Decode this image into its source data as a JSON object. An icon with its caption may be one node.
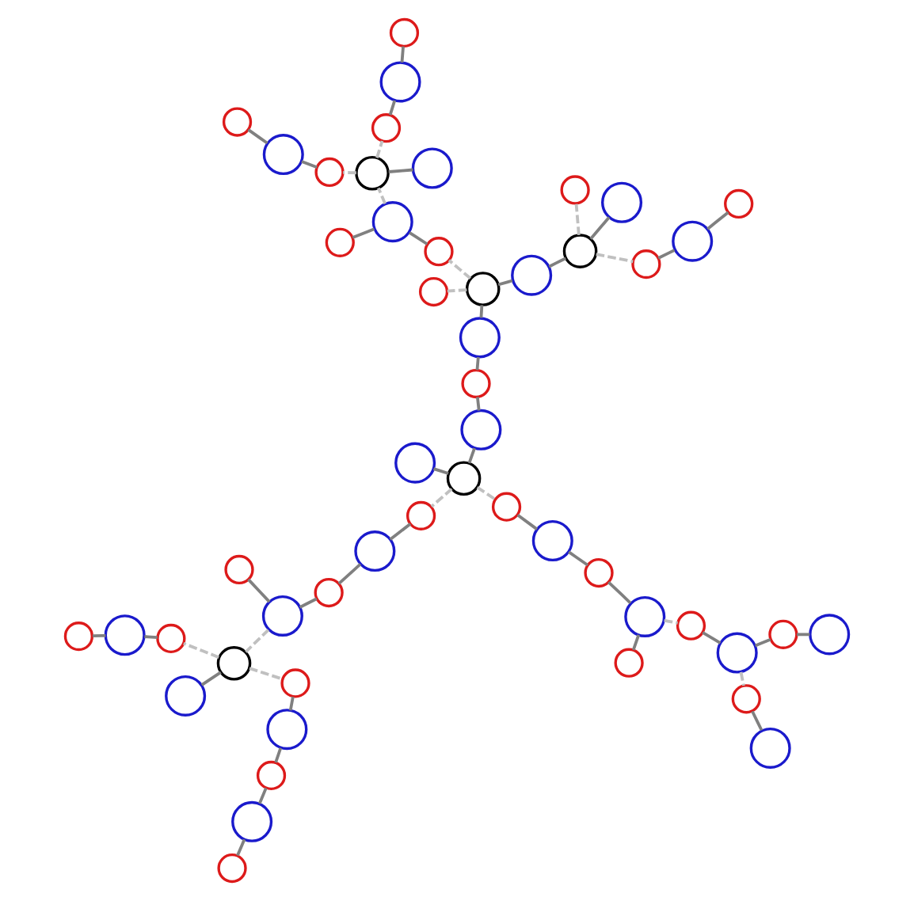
{
  "diagram": {
    "nodes": [
      {
        "text": [],
        "shape": "circle"
      },
      {
        "text": [],
        "shape": "circle"
      },
      {
        "text": [],
        "shape": "circle"
      },
      {
        "text": [],
        "shape": "circle"
      },
      {
        "text": [],
        "shape": "circle"
      },
      {
        "text": [],
        "shape": "circle"
      },
      {
        "text": [],
        "shape": "circle"
      },
      {
        "text": [],
        "shape": "circle"
      },
      {
        "text": [],
        "shape": "circle"
      },
      {
        "text": [],
        "shape": "circle"
      },
      {
        "text": [],
        "shape": "circle"
      },
      {
        "text": [],
        "shape": "circle"
      },
      {
        "text": [],
        "shape": "circle"
      },
      {
        "text": [],
        "shape": "circle"
      },
      {
        "text": [],
        "shape": "circle"
      },
      {
        "text": [],
        "shape": "circle"
      },
      {
        "text": [],
        "shape": "circle"
      },
      {
        "text": [],
        "shape": "circle"
      },
      {
        "text": [],
        "shape": "circle"
      },
      {
        "text": [],
        "shape": "circle"
      },
      {
        "text": [],
        "shape": "circle"
      },
      {
        "text": [],
        "shape": "circle"
      },
      {
        "text": [],
        "shape": "circle"
      },
      {
        "text": [],
        "shape": "circle"
      },
      {
        "text": [],
        "shape": "circle"
      },
      {
        "text": [],
        "shape": "circle"
      },
      {
        "text": [],
        "shape": "circle"
      },
      {
        "text": [],
        "shape": "circle"
      },
      {
        "text": [],
        "shape": "circle"
      },
      {
        "text": [],
        "shape": "circle"
      },
      {
        "text": [],
        "shape": "circle"
      },
      {
        "text": [],
        "shape": "circle"
      },
      {
        "text": [],
        "shape": "circle"
      },
      {
        "text": [],
        "shape": "circle"
      },
      {
        "text": [],
        "shape": "circle"
      },
      {
        "text": [],
        "shape": "circle"
      },
      {
        "text": [],
        "shape": "circle"
      },
      {
        "text": [],
        "shape": "circle"
      },
      {
        "text": [],
        "shape": "circle"
      },
      {
        "text": [],
        "shape": "circle"
      },
      {
        "text": [],
        "shape": "circle"
      },
      {
        "text": [],
        "shape": "circle"
      },
      {
        "text": [],
        "shape": "circle"
      },
      {
        "text": [],
        "shape": "circle"
      },
      {
        "text": [],
        "shape": "circle"
      },
      {
        "text": [],
        "shape": "circle"
      },
      {
        "text": [],
        "shape": "circle"
      },
      {
        "text": [],
        "shape": "circle"
      },
      {
        "text": [],
        "shape": "circle"
      },
      {
        "text": [],
        "shape": "circle"
      },
      {
        "text": [],
        "shape": "circle"
      }
    ],
    "edges": [
      {
        "from": 10,
        "to": 0,
        "arrow": "none"
      },
      {
        "from": 10,
        "to": 1,
        "arrow": "none",
        "style": "dashed",
        "color": "#c0c0c0"
      },
      {
        "from": 10,
        "to": 3,
        "arrow": "none",
        "style": "dashed",
        "color": "#c0c0c0"
      },
      {
        "from": 10,
        "to": 23,
        "arrow": "none"
      },
      {
        "from": 1,
        "to": 2,
        "arrow": "none"
      },
      {
        "from": 2,
        "to": 7,
        "arrow": "none"
      },
      {
        "from": 7,
        "to": 14,
        "arrow": "none"
      },
      {
        "from": 14,
        "to": 11,
        "arrow": "none",
        "style": "dashed",
        "color": "#c0c0c0"
      },
      {
        "from": 14,
        "to": 17,
        "arrow": "none"
      },
      {
        "from": 11,
        "to": 9,
        "arrow": "none",
        "style": "dashed",
        "color": "#c0c0c0"
      },
      {
        "from": 11,
        "to": 18,
        "arrow": "none",
        "style": "dashed",
        "color": "#c0c0c0"
      },
      {
        "from": 11,
        "to": 15,
        "arrow": "none"
      },
      {
        "from": 9,
        "to": 4,
        "arrow": "none"
      },
      {
        "from": 4,
        "to": 5,
        "arrow": "none"
      },
      {
        "from": 5,
        "to": 6,
        "arrow": "none"
      },
      {
        "from": 6,
        "to": 12,
        "arrow": "none"
      },
      {
        "from": 18,
        "to": 21,
        "arrow": "none"
      },
      {
        "from": 21,
        "to": 19,
        "arrow": "none"
      },
      {
        "from": 3,
        "to": 8,
        "arrow": "none"
      },
      {
        "from": 8,
        "to": 13,
        "arrow": "none"
      },
      {
        "from": 13,
        "to": 16,
        "arrow": "none"
      },
      {
        "from": 16,
        "to": 20,
        "arrow": "none"
      },
      {
        "from": 16,
        "to": 22,
        "arrow": "none",
        "style": "dashed",
        "color": "#c0c0c0"
      },
      {
        "from": 22,
        "to": 24,
        "arrow": "none"
      },
      {
        "from": 24,
        "to": 26,
        "arrow": "none"
      },
      {
        "from": 26,
        "to": 28,
        "arrow": "none"
      },
      {
        "from": 24,
        "to": 27,
        "arrow": "none",
        "style": "dashed",
        "color": "#c0c0c0"
      },
      {
        "from": 27,
        "to": 29,
        "arrow": "none"
      },
      {
        "from": 23,
        "to": 25,
        "arrow": "none"
      },
      {
        "from": 25,
        "to": 30,
        "arrow": "none"
      },
      {
        "from": 30,
        "to": 33,
        "arrow": "none"
      },
      {
        "from": 33,
        "to": 32,
        "arrow": "none",
        "style": "dashed",
        "color": "#c0c0c0"
      },
      {
        "from": 33,
        "to": 31,
        "arrow": "none",
        "style": "dashed",
        "color": "#c0c0c0"
      },
      {
        "from": 33,
        "to": 37,
        "arrow": "none"
      },
      {
        "from": 31,
        "to": 36,
        "arrow": "none"
      },
      {
        "from": 36,
        "to": 39,
        "arrow": "none"
      },
      {
        "from": 36,
        "to": 41,
        "arrow": "none",
        "style": "dashed",
        "color": "#c0c0c0"
      },
      {
        "from": 41,
        "to": 34,
        "arrow": "none",
        "style": "dashed",
        "color": "#c0c0c0"
      },
      {
        "from": 41,
        "to": 42,
        "arrow": "none",
        "style": "dashed",
        "color": "#c0c0c0"
      },
      {
        "from": 41,
        "to": 46,
        "arrow": "none"
      },
      {
        "from": 34,
        "to": 35,
        "arrow": "none"
      },
      {
        "from": 35,
        "to": 40,
        "arrow": "none"
      },
      {
        "from": 42,
        "to": 47,
        "arrow": "none"
      },
      {
        "from": 47,
        "to": 48,
        "arrow": "none"
      },
      {
        "from": 37,
        "to": 45,
        "arrow": "none"
      },
      {
        "from": 45,
        "to": 38,
        "arrow": "none",
        "style": "dashed",
        "color": "#c0c0c0"
      },
      {
        "from": 45,
        "to": 43,
        "arrow": "none"
      },
      {
        "from": 45,
        "to": 44,
        "arrow": "none",
        "style": "dashed",
        "color": "#c0c0c0"
      },
      {
        "from": 44,
        "to": 49,
        "arrow": "none"
      },
      {
        "from": 49,
        "to": 50,
        "arrow": "none"
      }
    ]
  }
}
